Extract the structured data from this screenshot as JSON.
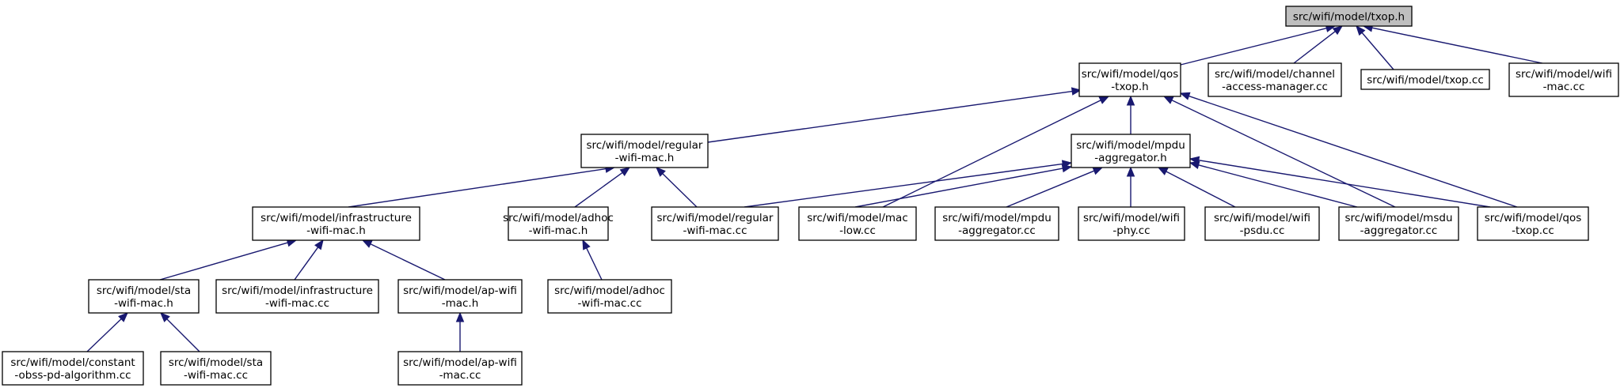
{
  "diagram": {
    "nodes": [
      {
        "id": "txop_h",
        "lines": [
          "src/wifi/model/txop.h"
        ],
        "root": true
      },
      {
        "id": "qos_txop_h",
        "lines": [
          "src/wifi/model/qos",
          "-txop.h"
        ]
      },
      {
        "id": "cam_cc",
        "lines": [
          "src/wifi/model/channel",
          "-access-manager.cc"
        ]
      },
      {
        "id": "txop_cc",
        "lines": [
          "src/wifi/model/txop.cc"
        ]
      },
      {
        "id": "wifi_mac_cc",
        "lines": [
          "src/wifi/model/wifi",
          "-mac.cc"
        ]
      },
      {
        "id": "regular_h",
        "lines": [
          "src/wifi/model/regular",
          "-wifi-mac.h"
        ]
      },
      {
        "id": "mpdu_agg_h",
        "lines": [
          "src/wifi/model/mpdu",
          "-aggregator.h"
        ]
      },
      {
        "id": "infra_h",
        "lines": [
          "src/wifi/model/infrastructure",
          "-wifi-mac.h"
        ]
      },
      {
        "id": "adhoc_h",
        "lines": [
          "src/wifi/model/adhoc",
          "-wifi-mac.h"
        ]
      },
      {
        "id": "regular_cc",
        "lines": [
          "src/wifi/model/regular",
          "-wifi-mac.cc"
        ]
      },
      {
        "id": "mac_low_cc",
        "lines": [
          "src/wifi/model/mac",
          "-low.cc"
        ]
      },
      {
        "id": "mpdu_agg_cc",
        "lines": [
          "src/wifi/model/mpdu",
          "-aggregator.cc"
        ]
      },
      {
        "id": "wifi_phy_cc",
        "lines": [
          "src/wifi/model/wifi",
          "-phy.cc"
        ]
      },
      {
        "id": "wifi_psdu_cc",
        "lines": [
          "src/wifi/model/wifi",
          "-psdu.cc"
        ]
      },
      {
        "id": "msdu_agg_cc",
        "lines": [
          "src/wifi/model/msdu",
          "-aggregator.cc"
        ]
      },
      {
        "id": "qos_txop_cc",
        "lines": [
          "src/wifi/model/qos",
          "-txop.cc"
        ]
      },
      {
        "id": "sta_h",
        "lines": [
          "src/wifi/model/sta",
          "-wifi-mac.h"
        ]
      },
      {
        "id": "infra_cc",
        "lines": [
          "src/wifi/model/infrastructure",
          "-wifi-mac.cc"
        ]
      },
      {
        "id": "ap_h",
        "lines": [
          "src/wifi/model/ap-wifi",
          "-mac.h"
        ]
      },
      {
        "id": "adhoc_cc",
        "lines": [
          "src/wifi/model/adhoc",
          "-wifi-mac.cc"
        ]
      },
      {
        "id": "cobss_cc",
        "lines": [
          "src/wifi/model/constant",
          "-obss-pd-algorithm.cc"
        ]
      },
      {
        "id": "sta_cc",
        "lines": [
          "src/wifi/model/sta",
          "-wifi-mac.cc"
        ]
      },
      {
        "id": "ap_cc",
        "lines": [
          "src/wifi/model/ap-wifi",
          "-mac.cc"
        ]
      }
    ],
    "edges": [
      {
        "from": "qos_txop_h",
        "to": "txop_h"
      },
      {
        "from": "cam_cc",
        "to": "txop_h"
      },
      {
        "from": "txop_cc",
        "to": "txop_h"
      },
      {
        "from": "wifi_mac_cc",
        "to": "txop_h"
      },
      {
        "from": "regular_h",
        "to": "qos_txop_h"
      },
      {
        "from": "mpdu_agg_h",
        "to": "qos_txop_h"
      },
      {
        "from": "mac_low_cc",
        "to": "qos_txop_h"
      },
      {
        "from": "msdu_agg_cc",
        "to": "qos_txop_h"
      },
      {
        "from": "qos_txop_cc",
        "to": "qos_txop_h"
      },
      {
        "from": "infra_h",
        "to": "regular_h"
      },
      {
        "from": "adhoc_h",
        "to": "regular_h"
      },
      {
        "from": "regular_cc",
        "to": "regular_h"
      },
      {
        "from": "regular_cc",
        "to": "mpdu_agg_h"
      },
      {
        "from": "mac_low_cc",
        "to": "mpdu_agg_h"
      },
      {
        "from": "mpdu_agg_cc",
        "to": "mpdu_agg_h"
      },
      {
        "from": "wifi_phy_cc",
        "to": "mpdu_agg_h"
      },
      {
        "from": "wifi_psdu_cc",
        "to": "mpdu_agg_h"
      },
      {
        "from": "msdu_agg_cc",
        "to": "mpdu_agg_h"
      },
      {
        "from": "qos_txop_cc",
        "to": "mpdu_agg_h"
      },
      {
        "from": "sta_h",
        "to": "infra_h"
      },
      {
        "from": "infra_cc",
        "to": "infra_h"
      },
      {
        "from": "ap_h",
        "to": "infra_h"
      },
      {
        "from": "adhoc_cc",
        "to": "adhoc_h"
      },
      {
        "from": "cobss_cc",
        "to": "sta_h"
      },
      {
        "from": "sta_cc",
        "to": "sta_h"
      },
      {
        "from": "ap_cc",
        "to": "ap_h"
      }
    ]
  }
}
